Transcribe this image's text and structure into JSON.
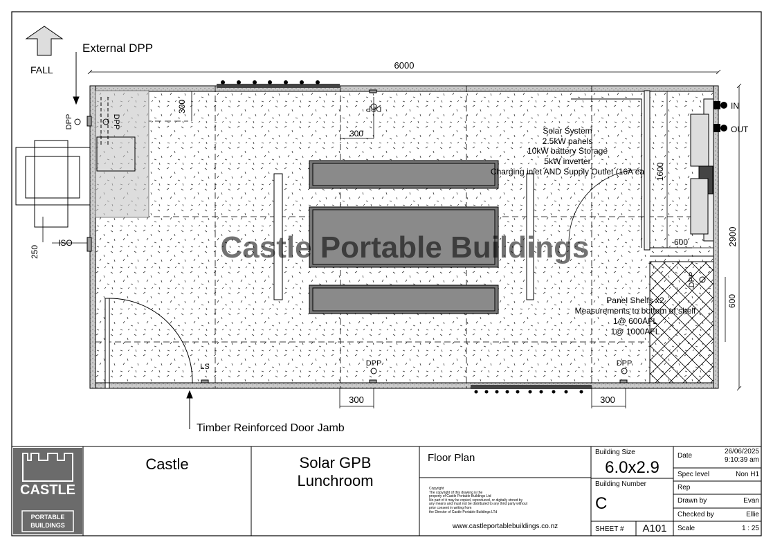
{
  "plan": {
    "fall_label": "FALL",
    "external_dpp_label": "External DPP",
    "overall_width": "6000",
    "overall_depth": "2900",
    "dim_300_top": "300",
    "dim_300_left": "300",
    "dim_300_bottom_left": "300",
    "dim_300_bottom_right": "300",
    "dim_1600": "1600",
    "dim_600_right": "600",
    "dim_600_shelf": "600",
    "dim_250": "250",
    "iso_label": "ISO",
    "dpp_label": "DPP",
    "ls_label": "LS",
    "in_label": "IN",
    "out_label": "OUT",
    "watermark": "Castle Portable Buildings",
    "solar_lines": [
      "Solar System",
      "2.5kW panels",
      "10kW battery Storage",
      "5kW inverter",
      "Charging inlet AND Supply Outlet (16A ea"
    ],
    "shelf_lines": [
      "Panel Shelfs x2",
      "Measurements to bottom of shelf",
      "1@ 600AFL",
      "1@ 1000AFL"
    ],
    "door_jamb_label": "Timber Reinforced Door Jamb"
  },
  "title_block": {
    "logo_text": "CASTLE",
    "logo_sub": "PORTABLE BUILDINGS",
    "company": "Castle",
    "project_line1": "Solar GPB",
    "project_line2": "Lunchroom",
    "drawing_title": "Floor Plan",
    "copyright_lines": [
      "Copyright",
      "The copyright of this drawing is the",
      "property of Castle Portable Buildings Ltd",
      "No part of it may be copied, reproduced, or digitally stored by",
      "any means and must not be distributed to any third party without",
      "prior consent in writing from",
      "the Director of Castle Portable Buildings LTd"
    ],
    "website": "www.castleportablebuildings.co.nz",
    "building_size_label": "Building Size",
    "building_size": "6.0x2.9",
    "building_number_label": "Building Number",
    "building_number": "C",
    "sheet_label": "SHEET #",
    "sheet_value": "A101",
    "date_label": "Date",
    "date_value": "26/06/2025",
    "time_value": "9:10:39 am",
    "spec_label": "Spec level",
    "spec_value": "Non H1",
    "rep_label": "Rep",
    "rep_value": "",
    "drawn_label": "Drawn by",
    "drawn_value": "Evan",
    "checked_label": "Checked by",
    "checked_value": "Ellie",
    "scale_label": "Scale",
    "scale_value": "1 : 25"
  }
}
